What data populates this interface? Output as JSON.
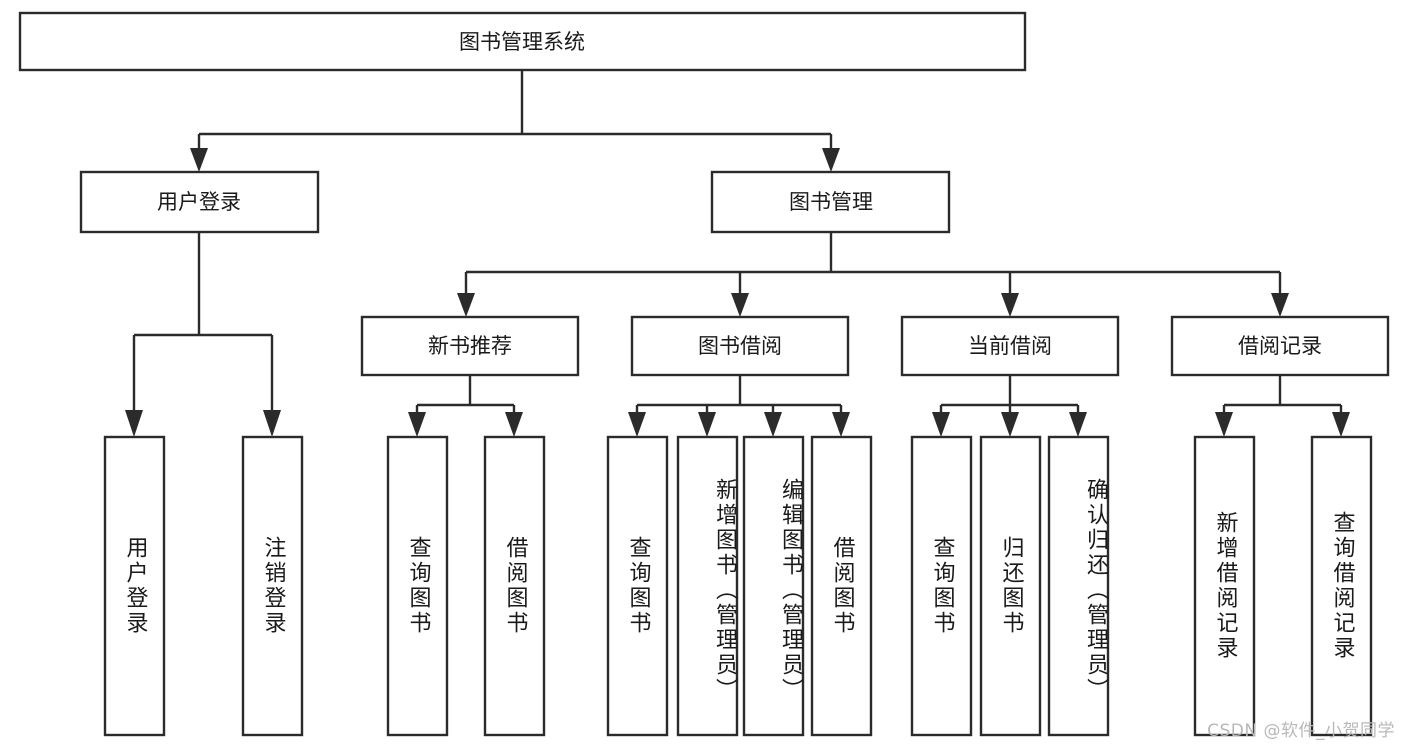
{
  "diagram": {
    "type": "tree-hierarchy",
    "orientation": "top-down",
    "title_node": {
      "id": "root",
      "label": "图书管理系统"
    },
    "levels": [
      {
        "level": 1,
        "nodes": [
          {
            "id": "root",
            "label": "图书管理系统"
          }
        ]
      },
      {
        "level": 2,
        "nodes": [
          {
            "id": "user-login",
            "label": "用户登录",
            "parent": "root"
          },
          {
            "id": "book-manage",
            "label": "图书管理",
            "parent": "root"
          }
        ]
      },
      {
        "level": 3,
        "nodes": [
          {
            "id": "new-book-recommend",
            "label": "新书推荐",
            "parent": "book-manage"
          },
          {
            "id": "book-borrow",
            "label": "图书借阅",
            "parent": "book-manage"
          },
          {
            "id": "current-borrow",
            "label": "当前借阅",
            "parent": "book-manage"
          },
          {
            "id": "borrow-record",
            "label": "借阅记录",
            "parent": "book-manage"
          }
        ]
      },
      {
        "level": 4,
        "nodes": [
          {
            "id": "leaf-user-login",
            "label": "用户登录",
            "parent": "user-login"
          },
          {
            "id": "leaf-logout-login",
            "label": "注销登录",
            "parent": "user-login"
          },
          {
            "id": "leaf-query-book-1",
            "label": "查询图书",
            "parent": "new-book-recommend"
          },
          {
            "id": "leaf-borrow-book-1",
            "label": "借阅图书",
            "parent": "new-book-recommend"
          },
          {
            "id": "leaf-query-book-2",
            "label": "查询图书",
            "parent": "book-borrow"
          },
          {
            "id": "leaf-add-book",
            "label": "新增图书（管理员）",
            "parent": "book-borrow"
          },
          {
            "id": "leaf-edit-book",
            "label": "编辑图书（管理员）",
            "parent": "book-borrow"
          },
          {
            "id": "leaf-borrow-book-2",
            "label": "借阅图书",
            "parent": "book-borrow"
          },
          {
            "id": "leaf-query-book-3",
            "label": "查询图书",
            "parent": "current-borrow"
          },
          {
            "id": "leaf-return-book",
            "label": "归还图书",
            "parent": "current-borrow"
          },
          {
            "id": "leaf-confirm-return",
            "label": "确认归还（管理员）",
            "parent": "current-borrow"
          },
          {
            "id": "leaf-add-record",
            "label": "新增借阅记录",
            "parent": "borrow-record"
          },
          {
            "id": "leaf-query-record",
            "label": "查询借阅记录",
            "parent": "borrow-record"
          }
        ]
      }
    ]
  },
  "watermark": {
    "text": "CSDN @软件_小贺同学"
  },
  "colors": {
    "box_stroke": "#2b2b2b",
    "box_fill": "#ffffff",
    "text": "#1a1a1a",
    "background": "#ffffff",
    "watermark": "#b8b8b8"
  }
}
